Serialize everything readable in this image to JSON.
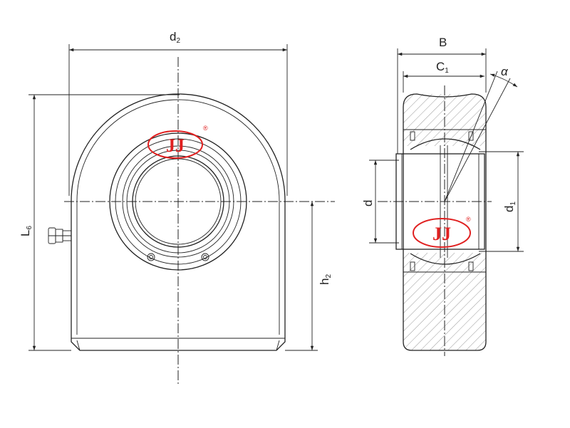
{
  "labels": {
    "d2": "d",
    "d2_sub": "2",
    "L6": "L",
    "L6_sub": "6",
    "h2": "h",
    "h2_sub": "2",
    "B": "B",
    "C1": "C",
    "C1_sub": "1",
    "alpha": "α",
    "d": "d",
    "d1": "d",
    "d1_sub": "1"
  },
  "logo": {
    "text": "JJ",
    "registered": "®",
    "color": "#e02020"
  },
  "colors": {
    "line": "#222222",
    "background": "#ffffff"
  }
}
